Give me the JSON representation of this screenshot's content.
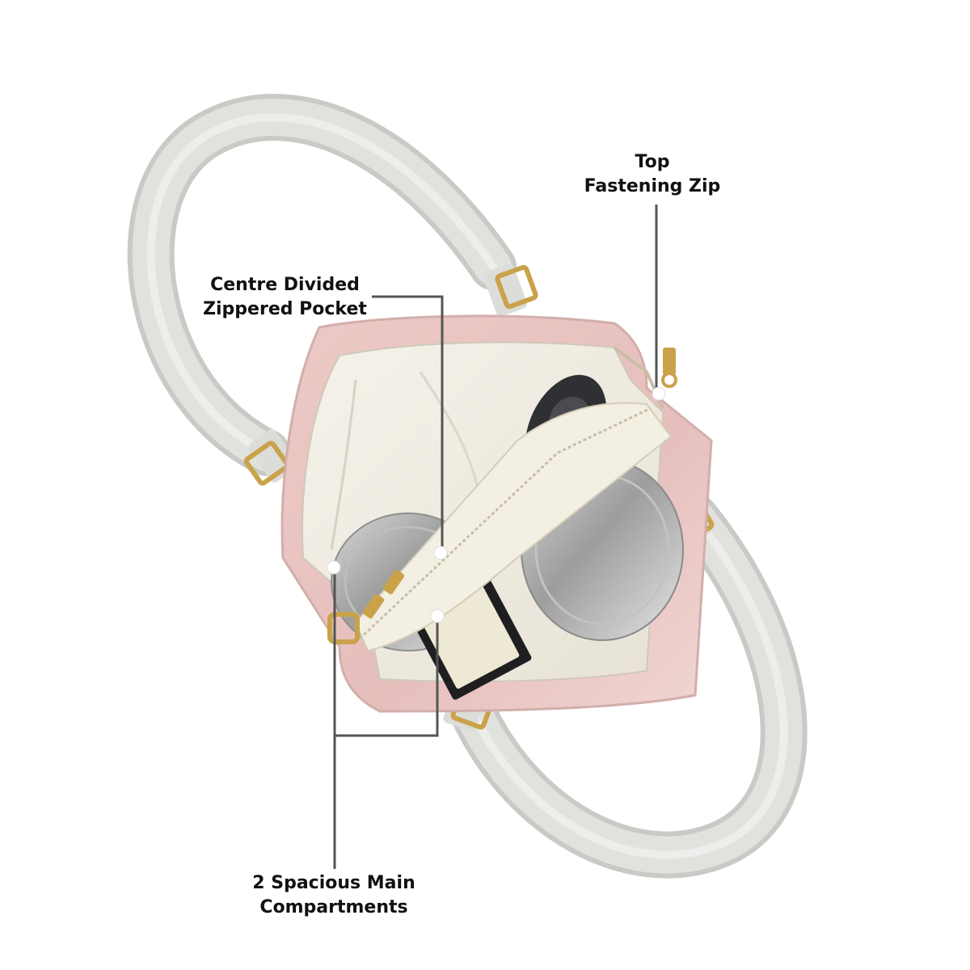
{
  "callouts": {
    "top_zip": {
      "line1": "Top",
      "line2": "Fastening Zip"
    },
    "centre_pocket": {
      "line1": "Centre Divided",
      "line2": "Zippered Pocket"
    },
    "main_compartments": {
      "line1": "2 Spacious Main",
      "line2": "Compartments"
    }
  },
  "colors": {
    "leader_line": "#555555",
    "bag_pink": "#e8c4c2",
    "handle_grey": "#d9dad6",
    "lining_cream": "#f1eee5",
    "hardware_gold": "#c9a24a"
  }
}
